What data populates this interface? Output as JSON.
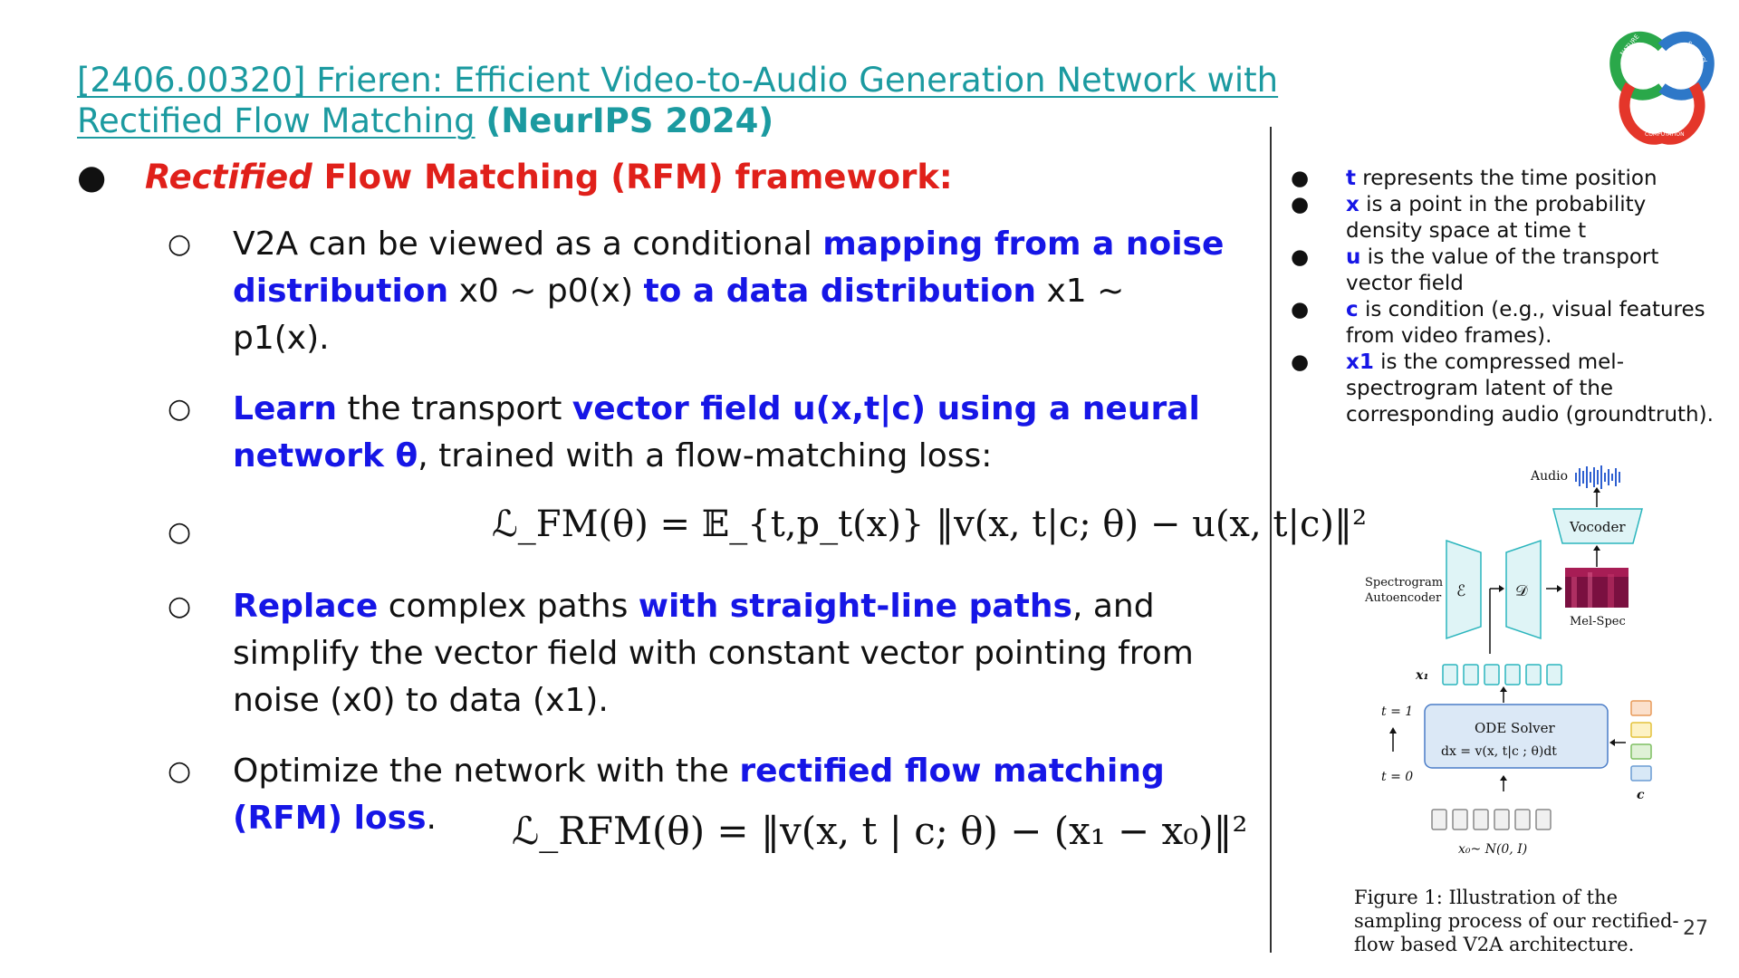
{
  "title": {
    "link_text": "[2406.00320] Frieren: Efficient Video-to-Audio Generation Network with Rectified Flow Matching",
    "venue": "(NeurIPS 2024)"
  },
  "logo": {
    "top_text": "NATURE",
    "right_text": "SOCIETY",
    "bottom_text": "COMPUTATION"
  },
  "bullet_main": {
    "italic": "Rectified",
    "rest": "Flow Matching (RFM) framework:"
  },
  "sub1": {
    "a": "V2A can be viewed as a conditional ",
    "b": "mapping from a noise distribution",
    "c": " x0 ~ p0(x) ",
    "d": "to a data distribution",
    "e": " x1 ~ p1(x)."
  },
  "sub2": {
    "a": "Learn",
    "b": " the transport ",
    "c": "vector field u(x,t|c) using a neural network θ",
    "d": ", trained with a flow-matching loss:"
  },
  "eq1": "ℒ_FM(θ) = 𝔼_{t,p_t(x)} ‖v(x, t|c; θ) − u(x, t|c)‖²",
  "sub3": {
    "a": "Replace",
    "b": " complex paths ",
    "c": "with straight-line paths",
    "d": ", and simplify the vector field with constant vector pointing from noise (x0) to data (x1)."
  },
  "sub4": {
    "a": "Optimize the network with the ",
    "b": "rectified flow matching (RFM) loss",
    "c": "."
  },
  "eq2": "ℒ_RFM(θ) = ‖v(x, t | c; θ) − (x₁ − x₀)‖²",
  "side": [
    {
      "key": "t",
      "text": " represents the time position"
    },
    {
      "key": "x",
      "text": " is a point in the probability density space at time t"
    },
    {
      "key": "u",
      "text": " is the value of the transport vector field"
    },
    {
      "key": "c",
      "text": " is condition (e.g., visual features from video frames)."
    },
    {
      "key": "x1",
      "text": " is the compressed mel-spectrogram latent of the corresponding audio (groundtruth)."
    }
  ],
  "figure": {
    "audio": "Audio",
    "vocoder": "Vocoder",
    "spec_ae_1": "Spectrogram",
    "spec_ae_2": "Autoencoder",
    "enc": "ℰ",
    "dec": "𝒟",
    "melspec": "Mel-Spec",
    "x1": "x₁",
    "t1": "t = 1",
    "t0": "t = 0",
    "ode1": "ODE Solver",
    "ode2": "dx = v(x, t|c ; θ)dt",
    "c": "c",
    "x0": "x₀~ N(0, I)"
  },
  "caption": "Figure 1: Illustration of the sampling process of our rectified-flow based V2A architecture.",
  "page_number": "27",
  "colors": {
    "teal": "#1b9aa0",
    "red": "#e0201a",
    "blue": "#1616e6"
  }
}
